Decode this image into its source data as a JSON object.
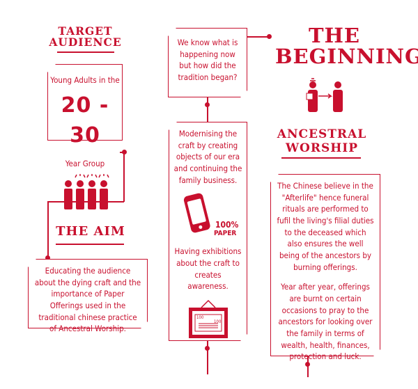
{
  "target": {
    "heading": "TARGET AUDIENCE",
    "line1": "Young Adults in the",
    "range": "20 - 30",
    "line2": "Year Group"
  },
  "aim": {
    "heading": "THE AIM",
    "text": "Educating the audience about the dying craft and the importance of Paper Offerings used in the traditional chinese practice of Ancestral Worship."
  },
  "question": {
    "text": "We know what is happening now but how did the tradition began?"
  },
  "modern": {
    "text1": "Modernising the craft by creating objects of our era and continuing the family business.",
    "phone_label_1": "100%",
    "phone_label_2": "PAPER",
    "text2": "Having exhibitions about the craft to creates awareness.",
    "note_a": "100",
    "note_b": "100"
  },
  "beginning": {
    "heading": "THE BEGINNING"
  },
  "worship": {
    "heading": "ANCESTRAL WORSHIP",
    "text1": "The Chinese believe in the \"Afterlife\" hence funeral rituals are performed to fufil the living's filial duties to the deceased which also ensures the well being of the ancestors by burning offerings.",
    "text2": "Year after year, offerings are burnt on certain occasions to pray to the ancestors for looking over the family in terms of wealth, health, finances, protection and luck."
  },
  "colors": {
    "accent": "#c8102e",
    "background": "#ffffff"
  }
}
